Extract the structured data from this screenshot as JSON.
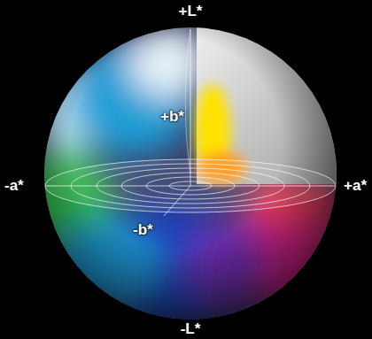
{
  "diagram": {
    "labels": [
      "+L*",
      "+b*",
      "-a*",
      "+a*",
      "-b*",
      "-L*"
    ]
  }
}
